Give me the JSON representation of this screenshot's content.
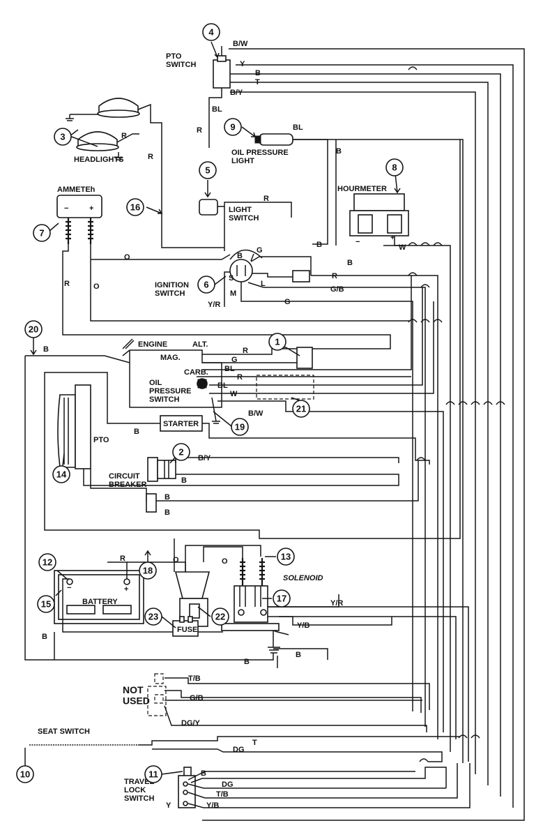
{
  "components": {
    "pto_switch": "PTO\nSWITCH",
    "headlights": "HEADLIGHTS",
    "oil_pressure_light": "OIL PRESSURE\nLIGHT",
    "hourmeter": "HOURMETER",
    "ammeter": "AMMETEh",
    "light_switch": "LIGHT\nSWITCH",
    "ignition_switch": "IGNITION\nSWITCH",
    "engine": "ENGINE",
    "alt": "ALT.",
    "mag": "MAG.",
    "carb": "CARB.",
    "oil_pressure_switch": "OIL\nPRESSURE\nSWITCH",
    "starter": "STARTER",
    "pto": "PTO",
    "circuit_breaker": "CIRCUIT\nBREAKER",
    "battery": "BATTERY",
    "solenoid": "SOLENOID",
    "fuse": "FUSE",
    "not_used": "NOT\nUSED",
    "seat_switch": "SEAT SWITCH",
    "travel_lock_switch": "TRAVEL\nLOCK\nSWITCH"
  },
  "terminals": {
    "ign_b": "B",
    "ign_g": "G",
    "ign_s": "S",
    "ign_l": "L",
    "ign_m": "M",
    "minus": "−",
    "plus": "+"
  },
  "wire_colors": {
    "bw": "B/W",
    "y": "Y",
    "b": "B",
    "t": "T",
    "by": "B/Y",
    "bl": "BL",
    "r": "R",
    "o": "O",
    "w": "W",
    "g": "G",
    "gb": "G/B",
    "yr": "Y/R",
    "yb": "Y/B",
    "tb": "T/B",
    "dgy": "DG/Y",
    "dg": "DG"
  },
  "callouts": {
    "c1": "1",
    "c2": "2",
    "c3": "3",
    "c4": "4",
    "c5": "5",
    "c6": "6",
    "c7": "7",
    "c8": "8",
    "c9": "9",
    "c10": "10",
    "c11": "11",
    "c12": "12",
    "c13": "13",
    "c14": "14",
    "c15": "15",
    "c16": "16",
    "c17": "17",
    "c18": "18",
    "c19": "19",
    "c20": "20",
    "c21": "21",
    "c22": "22",
    "c23": "23"
  }
}
